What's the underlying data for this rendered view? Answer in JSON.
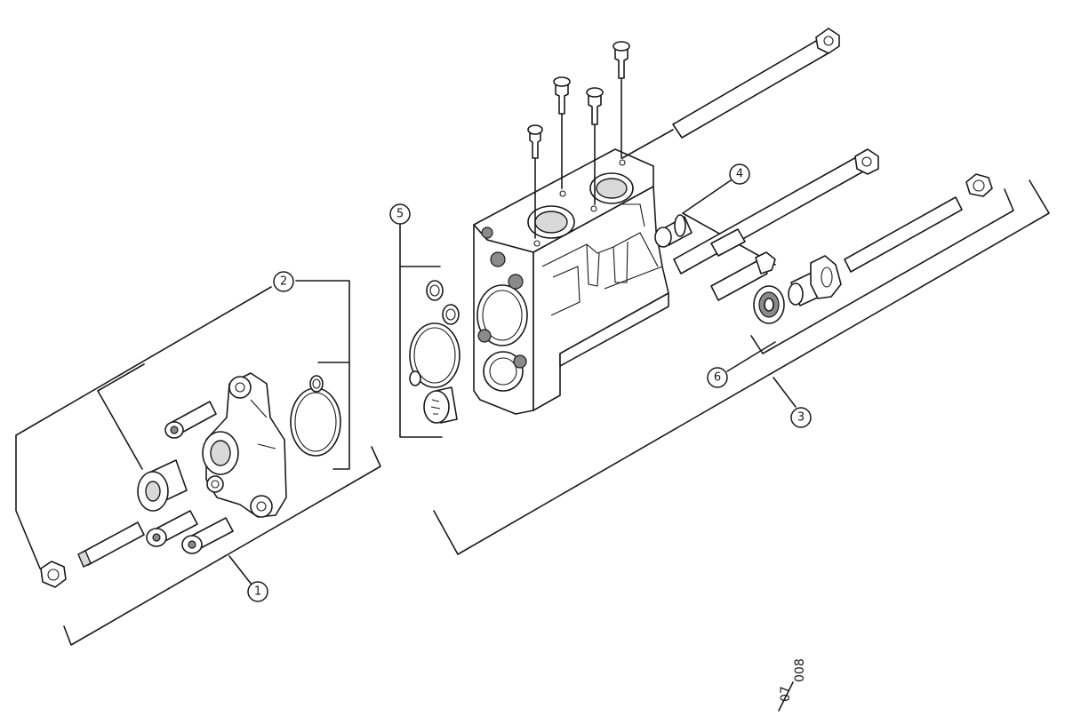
{
  "callouts": {
    "c1": "1",
    "c2": "2",
    "c3": "3",
    "c4": "4",
    "c5": "5",
    "c6": "6"
  },
  "drawing_ref": {
    "top": "07",
    "bottom": "008"
  }
}
